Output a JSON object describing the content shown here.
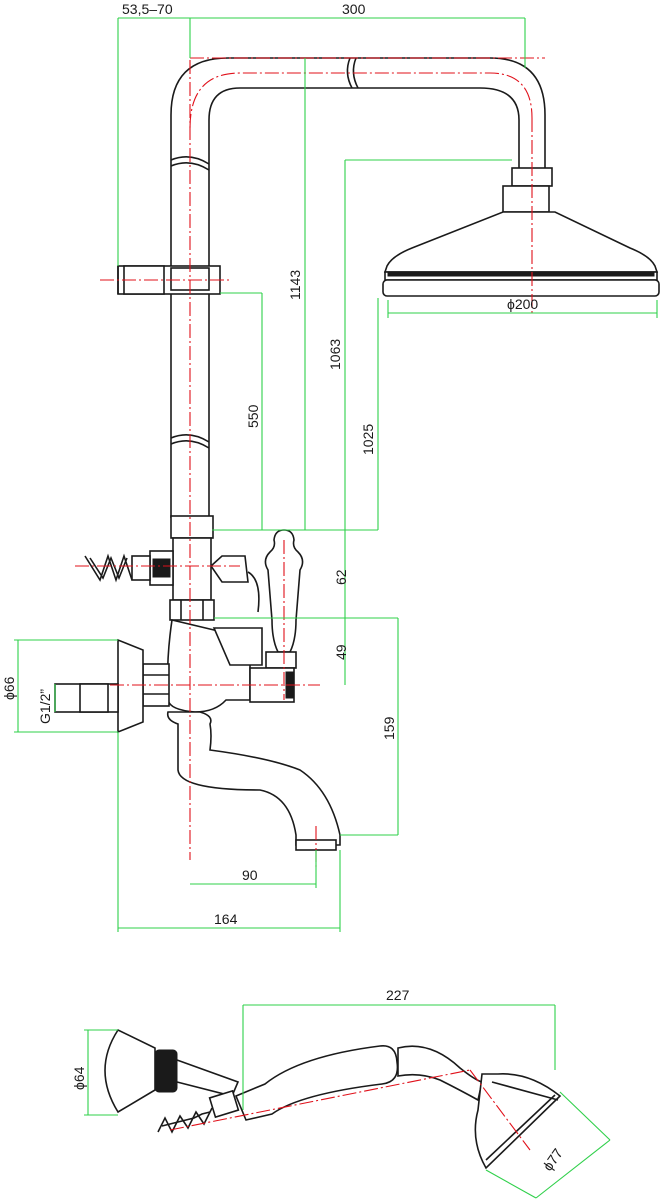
{
  "dimensions": {
    "wall_arm_range": "53,5–70",
    "arm_length": "300",
    "overall_height": "1143",
    "head_height": "1063",
    "head_rim_height": "1025",
    "slider_height": "550",
    "head_diameter": "ϕ200",
    "diverter_offset": "62",
    "valve_offset": "49",
    "spout_height": "159",
    "spout_reach": "90",
    "overall_depth": "164",
    "flange_diameter": "ϕ66",
    "inlet_thread": "G1/2”",
    "hand_shower_length": "227",
    "hand_holder_diameter": "ϕ64",
    "hand_head_diameter": "ϕ77"
  },
  "colors": {
    "outline": "#1a1a1a",
    "centerline": "#e0101a",
    "dimension_line": "#2fd04a"
  }
}
